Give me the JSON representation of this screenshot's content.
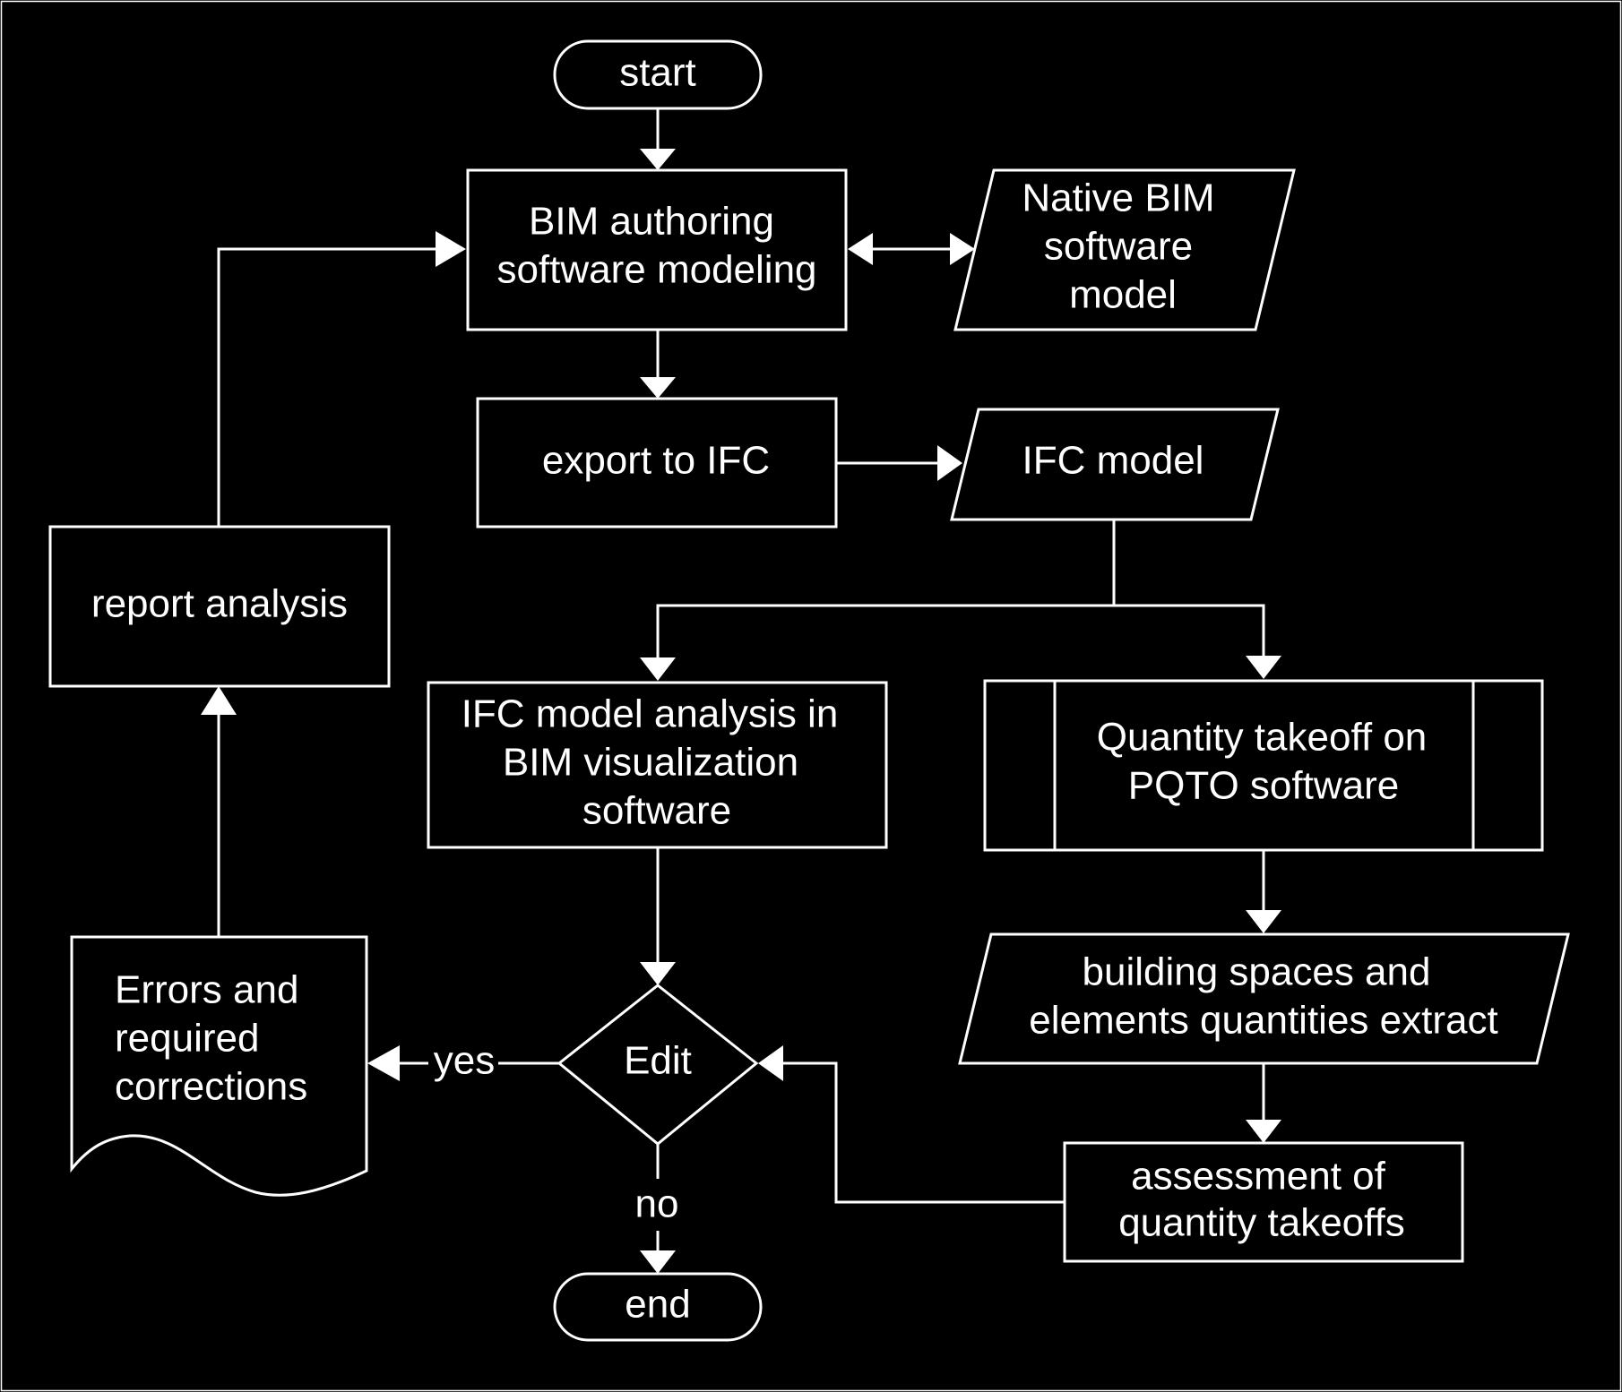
{
  "flowchart": {
    "start": "start",
    "end": "end",
    "bim_authoring": [
      "BIM authoring",
      "software modeling"
    ],
    "native_bim_model": [
      "Native BIM",
      "software",
      "model"
    ],
    "export_ifc": "export to IFC",
    "ifc_model": "IFC model",
    "report_analysis": "report analysis",
    "ifc_analysis": [
      "IFC model analysis in",
      "BIM visualization",
      "software"
    ],
    "quantity_takeoff": [
      "Quantity takeoff on",
      "PQTO software"
    ],
    "quantities_extract": [
      "building spaces and",
      "elements quantities extract"
    ],
    "errors_doc": [
      "Errors and",
      "required",
      "corrections"
    ],
    "edit_decision": "Edit",
    "yes_label": "yes",
    "no_label": "no",
    "assessment": [
      "assessment of",
      "quantity takeoffs"
    ]
  }
}
